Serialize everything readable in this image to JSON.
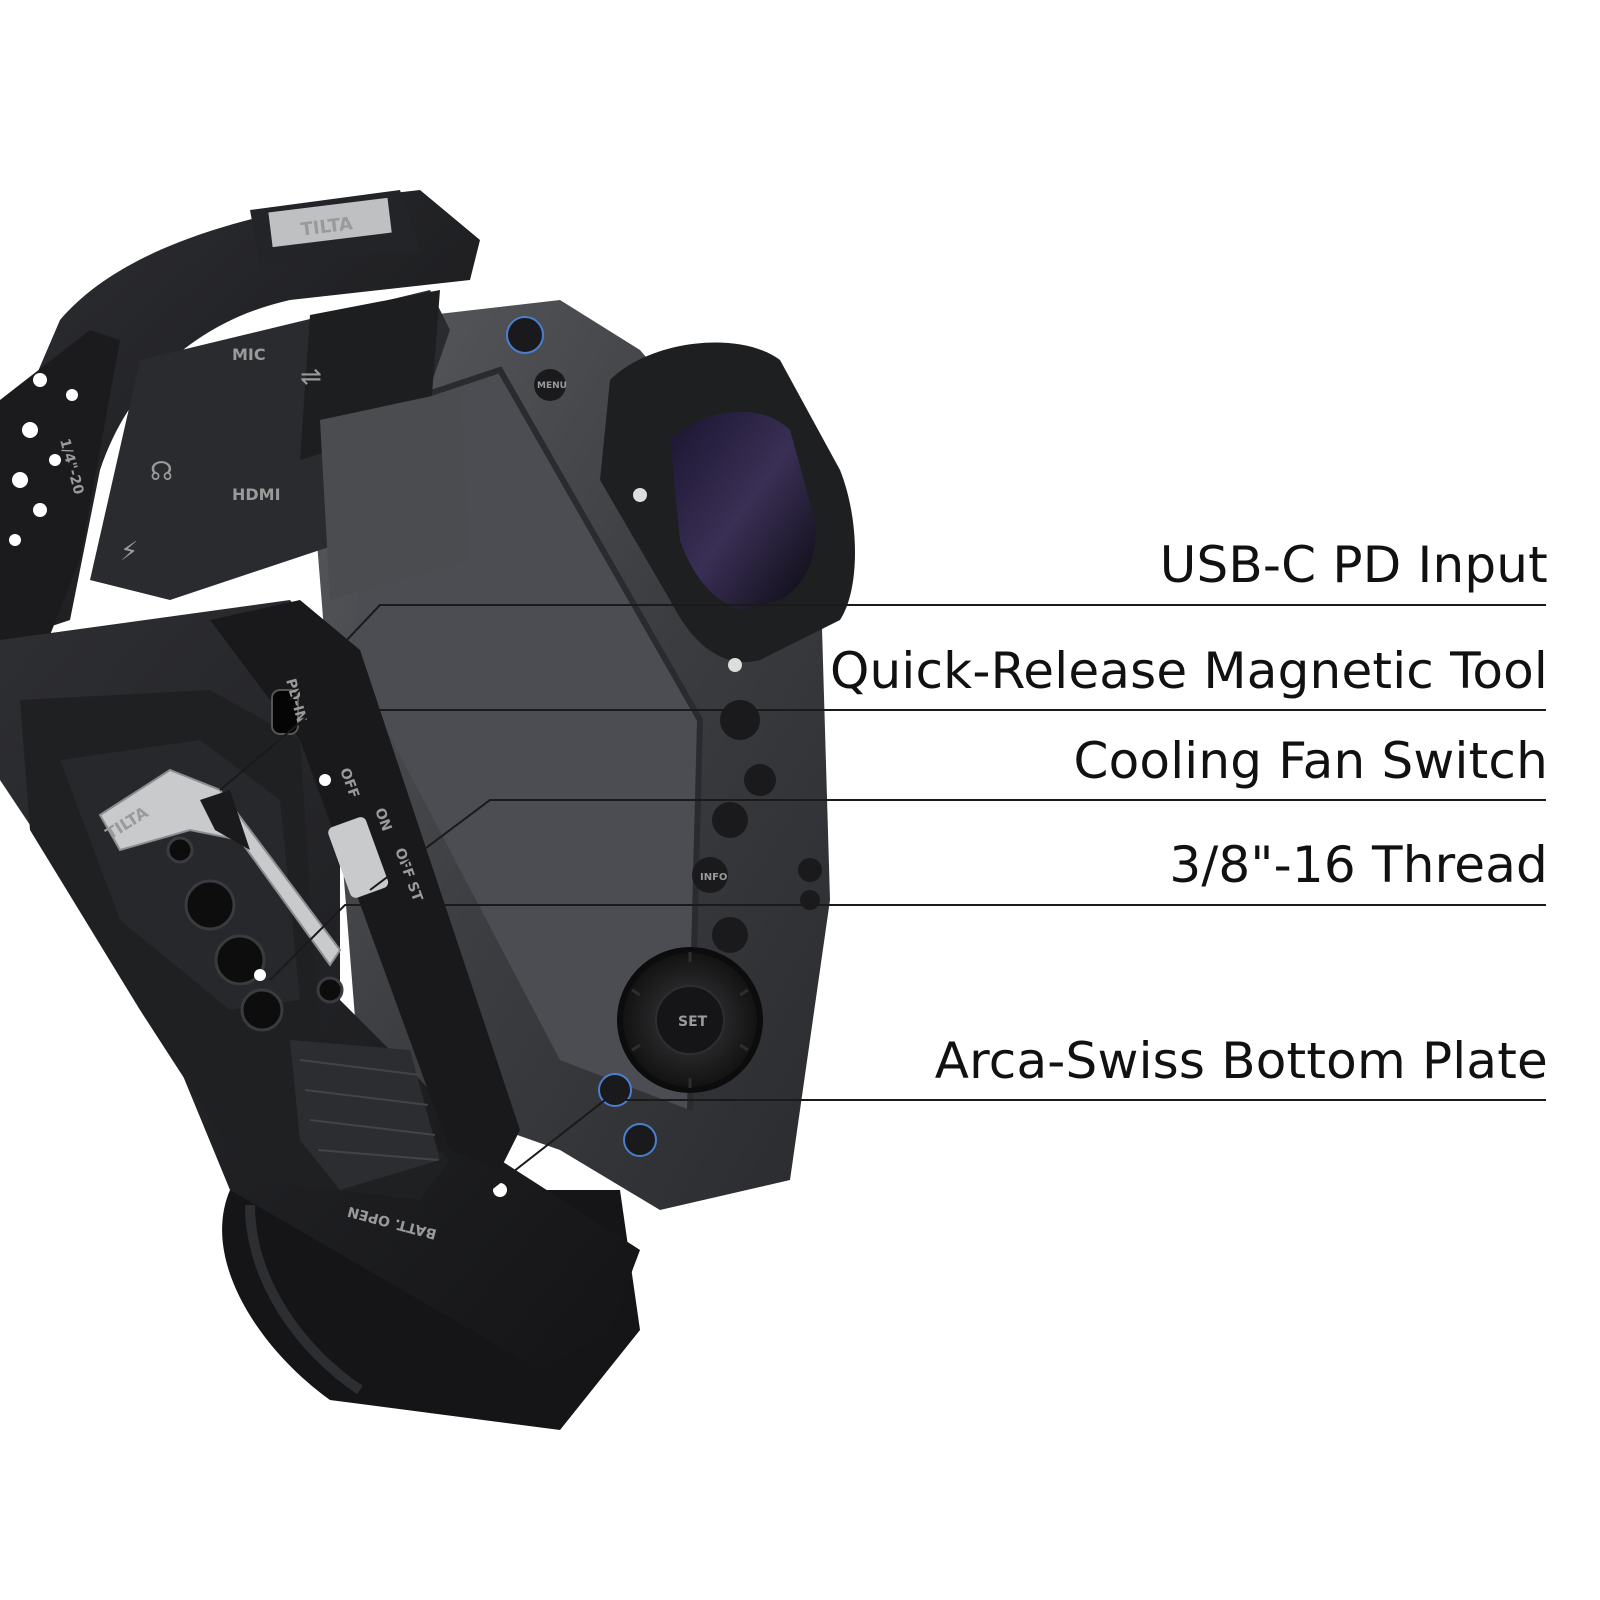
{
  "callouts": [
    {
      "id": "usb-c",
      "label": "USB-C PD Input"
    },
    {
      "id": "magnetic-tool",
      "label": "Quick-Release Magnetic Tool"
    },
    {
      "id": "fan-switch",
      "label": "Cooling Fan Switch"
    },
    {
      "id": "thread",
      "label": "3/8\"-16 Thread"
    },
    {
      "id": "bottom-plate",
      "label": "Arca-Swiss Bottom Plate"
    }
  ],
  "product_markings": {
    "brand_top": "TILTA",
    "brand_tool": "TILTA",
    "port_mic": "MIC",
    "port_hdmi": "HDMI",
    "port_pd": "PD-IN",
    "thread_label": "1/4\"-20",
    "switch_off": "OFF",
    "switch_on": "ON",
    "switch_st": "OFF ST",
    "button_menu": "MENU",
    "button_info": "INFO",
    "button_set": "SET",
    "batt_label": "BATT. OPEN"
  },
  "colors": {
    "background": "#ffffff",
    "text": "#111111",
    "leader_line": "#1a1a1a",
    "cage_black": "#1c1c1e",
    "camera_body": "#3a3b3e",
    "accent_blue": "#4a7fd0"
  }
}
